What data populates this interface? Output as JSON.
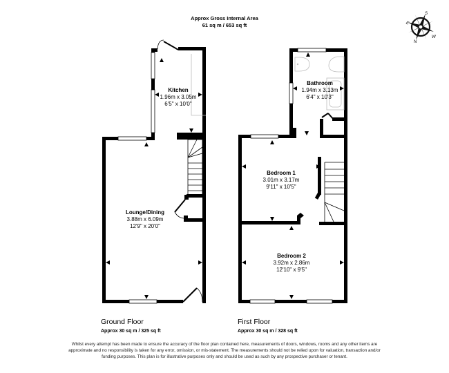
{
  "header": {
    "title_line1": "Approx Gross Internal Area",
    "title_line2": "61 sq m / 653 sq ft"
  },
  "compass": {
    "icon": "compass-rose-icon",
    "labels": {
      "north": "N",
      "south": "S",
      "east": "E",
      "west": "W"
    }
  },
  "floors": [
    {
      "name": "Ground Floor",
      "area": "Approx 30 sq m / 325 sq ft",
      "rooms": [
        {
          "name": "Kitchen",
          "metric": "1.96m x 3.05m",
          "imperial": "6'5\" x 10'0\""
        },
        {
          "name": "Lounge/Dining",
          "metric": "3.88m x 6.09m",
          "imperial": "12'9\" x 20'0\""
        }
      ]
    },
    {
      "name": "First Floor",
      "area": "Approx 30 sq m / 328 sq ft",
      "rooms": [
        {
          "name": "Bathroom",
          "metric": "1.94m x 3.13m",
          "imperial": "6'4\" x 10'3\""
        },
        {
          "name": "Bedroom 1",
          "metric": "3.01m x 3.17m",
          "imperial": "9'11\" x 10'5\""
        },
        {
          "name": "Bedroom 2",
          "metric": "3.92m x 2.86m",
          "imperial": "12'10\" x 9'5\""
        }
      ]
    }
  ],
  "disclaimer": "Whilst every attempt has been made to ensure the accuracy of the floor plan contained here, measurements of doors, windows, rooms and any other items are approximate and no responsibility is taken for any error, omission, or mis-statement. The measurements should not be relied upon for valuation, transaction and/or funding purposes. This plan is for illustrative purposes only and should be used as such by any prospective purchaser or tenant.",
  "colors": {
    "wall": "#000000",
    "window": "#ffffff",
    "fixture": "#bdbdbd"
  }
}
